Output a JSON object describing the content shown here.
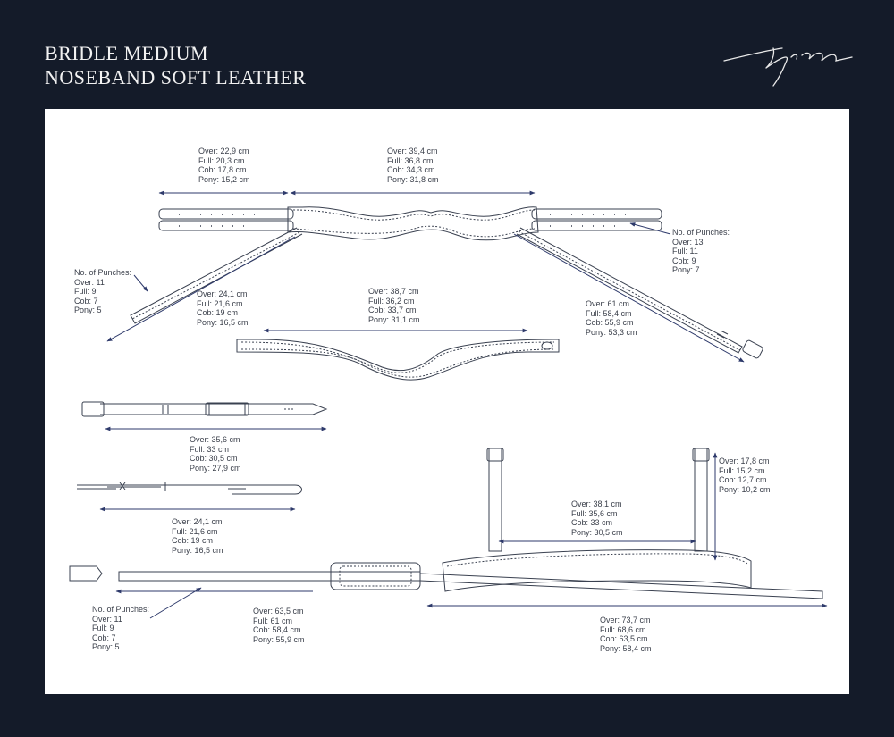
{
  "header": {
    "title_line1": "BRIDLE MEDIUM",
    "title_line2": "NOSEBAND SOFT LEATHER",
    "logo_text": "Dy'on"
  },
  "colors": {
    "background": "#141b29",
    "panel": "#ffffff",
    "line": "#3a4150",
    "arrow": "#2e3a6b"
  },
  "annotations": {
    "crown_left": [
      "Over: 22,9 cm",
      "Full: 20,3 cm",
      "Cob: 17,8 cm",
      "Pony: 15,2 cm"
    ],
    "crown_center": [
      "Over: 39,4 cm",
      "Full: 36,8 cm",
      "Cob: 34,3 cm",
      "Pony: 31,8 cm"
    ],
    "punches_right": [
      "No. of Punches:",
      "Over: 13",
      "Full: 11",
      "Cob: 9",
      "Pony: 7"
    ],
    "punches_left": [
      "No. of Punches:",
      "Over: 11",
      "Full: 9",
      "Cob: 7",
      "Pony: 5"
    ],
    "cheek_left": [
      "Over: 24,1 cm",
      "Full: 21,6 cm",
      "Cob: 19 cm",
      "Pony: 16,5 cm"
    ],
    "browband": [
      "Over: 38,7 cm",
      "Full: 36,2 cm",
      "Cob: 33,7 cm",
      "Pony: 31,1 cm"
    ],
    "cheek_right": [
      "Over: 61 cm",
      "Full: 58,4 cm",
      "Cob: 55,9 cm",
      "Pony: 53,3 cm"
    ],
    "strap_buckle": [
      "Over: 35,6 cm",
      "Full: 33 cm",
      "Cob: 30,5 cm",
      "Pony: 27,9 cm"
    ],
    "strap_hook": [
      "Over: 24,1 cm",
      "Full: 21,6 cm",
      "Cob: 19 cm",
      "Pony: 16,5 cm"
    ],
    "nose_sides": [
      "Over: 17,8 cm",
      "Full: 15,2 cm",
      "Cob: 12,7 cm",
      "Pony: 10,2 cm"
    ],
    "nose_top": [
      "Over: 38,1 cm",
      "Full: 35,6 cm",
      "Cob: 33 cm",
      "Pony: 30,5 cm"
    ],
    "punches_bottom": [
      "No. of Punches:",
      "Over: 11",
      "Full: 9",
      "Cob: 7",
      "Pony: 5"
    ],
    "nose_strap": [
      "Over: 63,5 cm",
      "Full: 61 cm",
      "Cob: 58,4 cm",
      "Pony: 55,9 cm"
    ],
    "nose_full": [
      "Over: 73,7 cm",
      "Full: 68,6 cm",
      "Cob: 63,5 cm",
      "Pony: 58,4 cm"
    ]
  }
}
